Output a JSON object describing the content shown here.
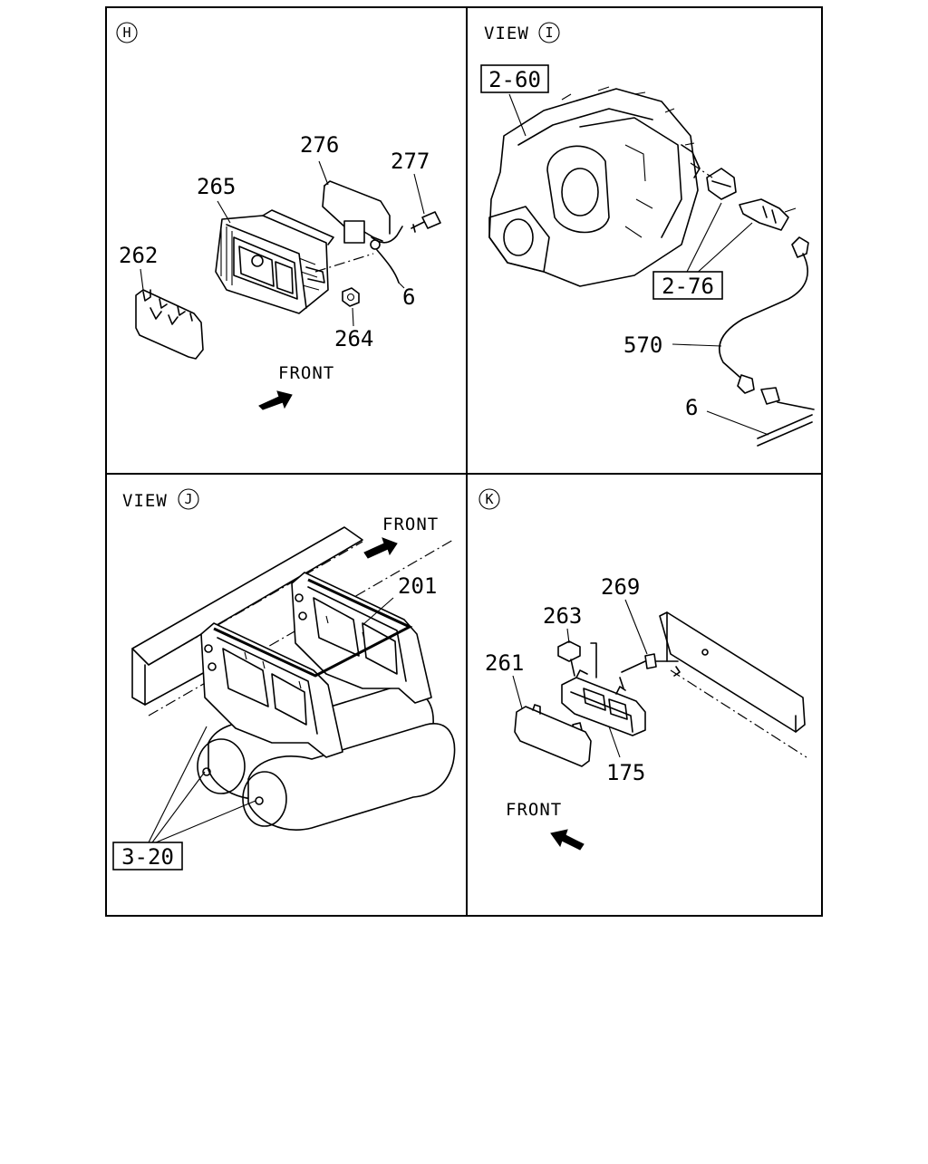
{
  "panels": {
    "h": {
      "marker": "H",
      "front_label": "FRONT",
      "parts": [
        "276",
        "277",
        "265",
        "262",
        "6",
        "264"
      ]
    },
    "i": {
      "view_label": "VIEW",
      "marker": "I",
      "refs": [
        "2-60",
        "2-76"
      ],
      "parts": [
        "570",
        "6"
      ]
    },
    "j": {
      "view_label": "VIEW",
      "marker": "J",
      "front_label": "FRONT",
      "refs": [
        "3-20"
      ],
      "parts": [
        "201"
      ]
    },
    "k": {
      "marker": "K",
      "front_label": "FRONT",
      "parts": [
        "269",
        "263",
        "261",
        "175"
      ]
    }
  }
}
